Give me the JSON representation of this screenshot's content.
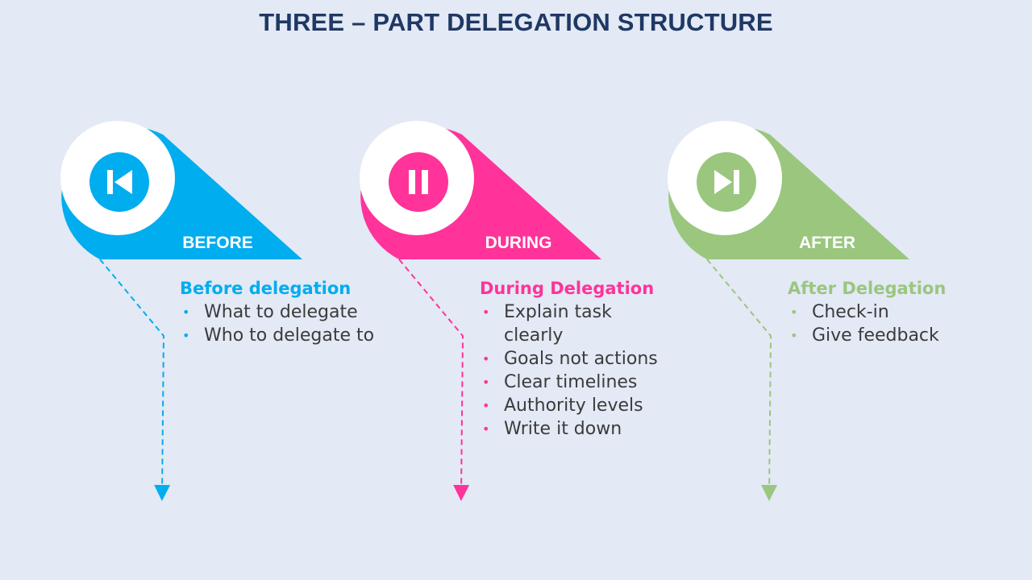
{
  "title": "THREE – PART DELEGATION STRUCTURE",
  "stages": [
    {
      "label": "BEFORE",
      "color": "#00adee",
      "icon": "skip-back-icon",
      "heading": "Before delegation",
      "bullets": [
        "What to delegate",
        "Who to delegate to"
      ]
    },
    {
      "label": "DURING",
      "color": "#ff3399",
      "icon": "pause-icon",
      "heading": "During Delegation",
      "bullets": [
        "Explain task clearly",
        "Goals not actions",
        "Clear timelines",
        "Authority levels",
        "Write it down"
      ]
    },
    {
      "label": "AFTER",
      "color": "#9ac67e",
      "icon": "skip-forward-icon",
      "heading": "After Delegation",
      "bullets": [
        "Check-in",
        "Give feedback"
      ]
    }
  ]
}
